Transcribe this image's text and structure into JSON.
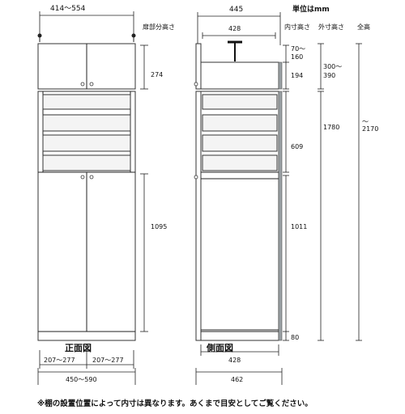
{
  "unit_note": "単位はmm",
  "front": {
    "caption": "正面図",
    "top_width": "414～554",
    "header_upper_height": "扉部分高さ",
    "upper_door_height": "274",
    "lower_door_height": "1095",
    "door_width_left": "207～277",
    "door_width_right": "207～277",
    "base_width": "450～590"
  },
  "side": {
    "caption": "側面図",
    "top_depth": "445",
    "inner_depth_top": "428",
    "inner_depth_bottom": "428",
    "bottom_depth": "462",
    "headers": {
      "inner": "内寸高さ",
      "outer": "外寸高さ",
      "total": "全高"
    },
    "gap_top": "70～\n160",
    "upper_inner": "194",
    "middle_inner": "609",
    "lower_inner": "1011",
    "base_inner": "80",
    "outer_upper": "300～\n390",
    "outer_lower": "1780",
    "total": "～\n2170"
  },
  "footnote": "※棚の設置位置によって内寸は異なります。あくまで目安としてご覧ください。"
}
